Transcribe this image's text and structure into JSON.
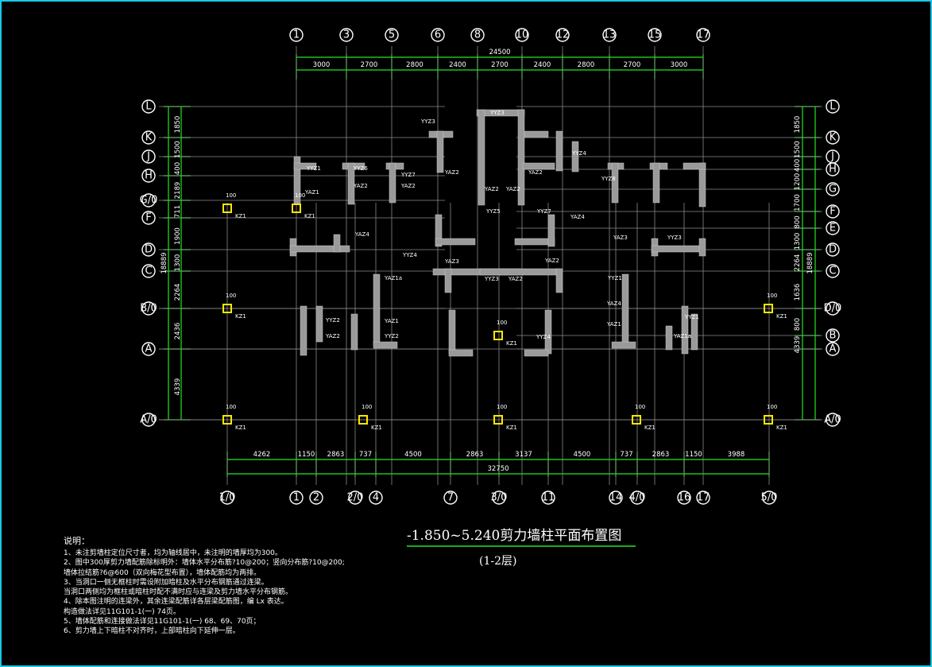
{
  "title": "-1.850~5.240剪力墙柱平面布置图",
  "subtitle": "(1-2层)",
  "top_axes": [
    "1",
    "3",
    "5",
    "6",
    "8",
    "10",
    "12",
    "13",
    "15",
    "17"
  ],
  "top_total": "24500",
  "top_dims": [
    "3000",
    "2700",
    "2800",
    "2400",
    "2700",
    "2400",
    "2800",
    "2700",
    "3000"
  ],
  "bottom_axes": [
    "1/0",
    "1",
    "2",
    "2/0",
    "4",
    "7",
    "3/0",
    "11",
    "14",
    "4/0",
    "16",
    "17",
    "5/0"
  ],
  "bottom_dims": [
    "4262",
    "1150",
    "2863",
    "737",
    "4500",
    "2863",
    "3137",
    "4500",
    "737",
    "2863",
    "1150",
    "3988"
  ],
  "bottom_total": "32750",
  "left_axes": [
    "L",
    "K",
    "J",
    "H",
    "G/0",
    "F",
    "D",
    "C",
    "B/0",
    "A",
    "A/0"
  ],
  "right_axes": [
    "L",
    "K",
    "J",
    "H",
    "G",
    "F",
    "E",
    "D",
    "C",
    "D/0",
    "B",
    "A",
    "A/0"
  ],
  "left_dims": [
    "1850",
    "1500",
    "400",
    "2189",
    "711",
    "1900",
    "1300",
    "2264",
    "2436",
    "4339"
  ],
  "left_total": "18889",
  "right_dims": [
    "1850",
    "1500",
    "400",
    "1200",
    "1700",
    "800",
    "1300",
    "2264",
    "1636",
    "800",
    "4339"
  ],
  "right_total": "18889",
  "kz_label": "KZ1",
  "kz_dim": "100",
  "wall_tags": [
    "YAZ1",
    "YYZ1",
    "YYZ6",
    "YAZ2",
    "YYZ7",
    "YAZ2",
    "YYZ3",
    "YAZ2",
    "YAZ2",
    "YYZ3",
    "YAZ2",
    "YYZ4",
    "YAZ2",
    "YYZ8",
    "YYZ5",
    "YYZ7",
    "YAZ4",
    "YYZ4",
    "YAZ4",
    "YYZ3",
    "YAZ3",
    "YAZ3",
    "YYZ3",
    "YAZ2",
    "YAZ2",
    "YAZ1a",
    "YYZ1",
    "YYZ2",
    "YAZ2",
    "YYZ2",
    "YAZ1",
    "YAZ4",
    "YAZ1",
    "YYZ1",
    "YAZ1a",
    "YYZ4"
  ],
  "notes_heading": "说明：",
  "notes": [
    "1、未注剪墙柱定位尺寸者，均为轴线居中，未注明的墙厚均为300。",
    "2、图中300厚剪力墙配筋除标明外：墙体水平分布筋?10@200；竖向分布筋?10@200;",
    "     墙体拉结筋?6@600（双向梅花型布置），墙体配筋均为两排。",
    "3、当洞口一侧无框柱时需设附加暗柱及水平分布钢筋通过连梁。",
    "     当洞口两侧均为框柱或暗柱时配不满时应与连梁及剪力墙水平分布钢筋。",
    "4、除本图注明的连梁外，其余连梁配筋详各层梁配筋图，编 Lx 表达。",
    "     构造做法详见11G101-1(一) 74页。",
    "5、墙体配筋和连接做法详见11G101-1(一) 68、69、70页；",
    "6、剪力墙上下暗柱不对齐时，上部暗柱向下延伸一层。"
  ]
}
